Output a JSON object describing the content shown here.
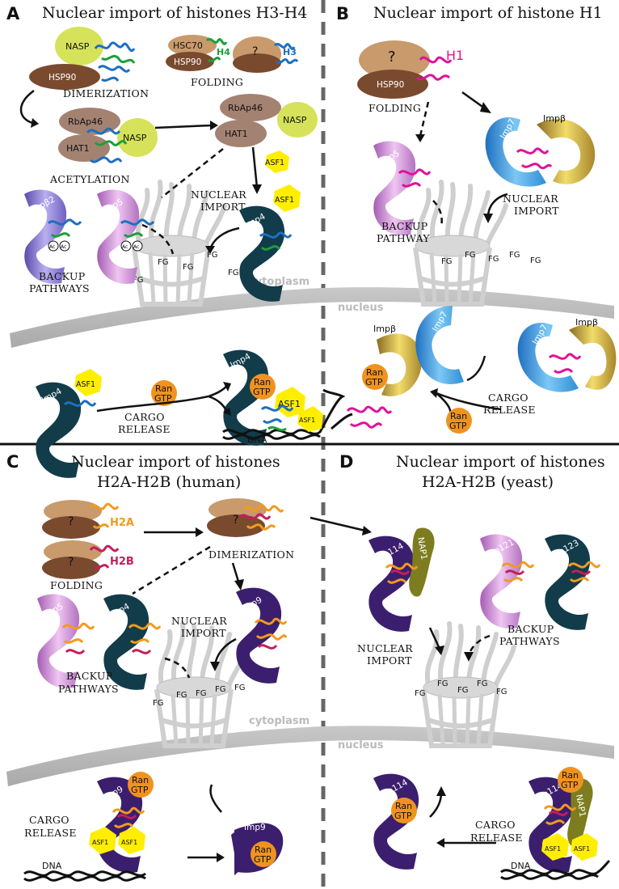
{
  "panels": {
    "A": {
      "letter": "A",
      "title": "Nuclear import of histones H3-H4"
    },
    "B": {
      "letter": "B",
      "title": "Nuclear import of histone H1"
    },
    "C": {
      "letter": "C",
      "title_line1": "Nuclear import of histones",
      "title_line2": "H2A-H2B (human)"
    },
    "D": {
      "letter": "D",
      "title_line1": "Nuclear import of histones",
      "title_line2": "H2A-H2B (yeast)"
    }
  },
  "labels": {
    "nasp": "NASP",
    "hsp90": "HSP90",
    "hsc70": "HSC70",
    "h4": "H4",
    "h3": "H3",
    "question": "?",
    "rbap46": "RbAp46",
    "hat1": "HAT1",
    "asf1": "ASF1",
    "ac": "Ac",
    "kapb2": "Kapβ2",
    "imp5": "Imp5",
    "imp4": "Imp4",
    "imp7": "Imp7",
    "impb": "Impβ",
    "imp9": "Imp9",
    "kap114": "Kap114",
    "kap121": "Kap121",
    "kap123": "Kap123",
    "nap1": "NAP1",
    "ran": "Ran",
    "gtp": "GTP",
    "fg": "FG",
    "h1": "H1",
    "h2a": "H2A",
    "h2b": "H2B",
    "dna": "DNA",
    "cytoplasm": "cytoplasm",
    "nucleus": "nucleus"
  },
  "steps": {
    "dimerization": "DIMERIZATION",
    "folding": "FOLDING",
    "acetylation": "ACETYLATION",
    "nuclear": "NUCLEAR",
    "import": "IMPORT",
    "backup": "BACKUP",
    "pathways": "PATHWAYS",
    "pathway": "PATHWAY",
    "cargo": "CARGO",
    "release": "RELEASE"
  },
  "colors": {
    "hsp90": "#7a4a2e",
    "tan": "#c89a6c",
    "rbap46": "#a48272",
    "nasp": "#d6e25a",
    "asf1": "#ffee00",
    "ran": "#f0931e",
    "imp4": "#123c4a",
    "imp9": "#3b1f6e",
    "imp5": "#c98fd0",
    "kapb2": "#8a78c8",
    "imp7": "#4aa7e0",
    "impb": "#c9a640",
    "h3": "#1d6fc2",
    "h4": "#1d9e3a",
    "h1": "#e0119a",
    "h2a": "#f29a1e",
    "h2b": "#c41e5c",
    "nap1": "#7d7d20",
    "pore": "#d4d4d4",
    "membrane": "#bdbdbd"
  }
}
